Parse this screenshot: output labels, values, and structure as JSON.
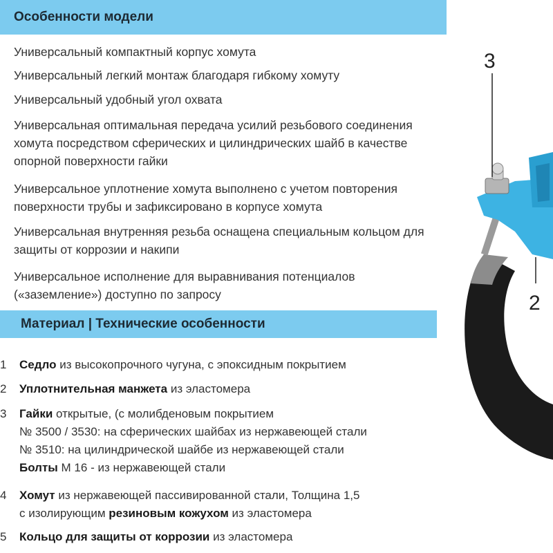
{
  "header1": {
    "title": "Особенности модели"
  },
  "features": [
    {
      "lines": [
        "Универсальный компактный корпус хомута"
      ]
    },
    {
      "lines": [
        "Универсальный легкий монтаж благодаря гибкому хомуту"
      ]
    },
    {
      "lines": [
        "Универсальный удобный угол охвата"
      ]
    },
    {
      "lines": [
        "Универсальная оптимальная передача усилий резьбового соединения",
        "хомута посредством сферических и цилиндрических шайб в качестве",
        "опорной поверхности гайки"
      ]
    },
    {
      "lines": [
        "Универсальное уплотнение хомута выполнено с учетом повторения",
        "поверхности трубы и зафиксировано в корпусе хомута"
      ]
    },
    {
      "lines": [
        "Универсальная внутренняя резьба оснащена специальным кольцом для",
        "защиты от коррозии и накипи"
      ]
    },
    {
      "lines": [
        "Универсальное исполнение для выравнивания потенциалов",
        "(«заземление») доступно по запросу"
      ]
    }
  ],
  "header2": {
    "title": "Материал | Технические особенности"
  },
  "materials": [
    {
      "num": "1",
      "l1b": "Седло",
      "l1": " из высокопрочного чугуна, с эпоксидным покрытием"
    },
    {
      "num": "2",
      "l1b": "Уплотнительная манжета",
      "l1": " из эластомера"
    },
    {
      "num": "3",
      "l1b": "Гайки",
      "l1": " открытые, (с молибденовым покрытием",
      "l2": "№ 3500 / 3530: на сферических шайбах из нержавеющей стали",
      "l3": "№ 3510: на цилиндрической шайбе из нержавеющей стали",
      "l4b": "Болты",
      "l4": " М 16 - из нержавеющей стали"
    },
    {
      "num": "4",
      "l1b": "Хомут",
      "l1": " из нержавеющей пассивированной стали, Толщина 1,5",
      "l2a": "с изолирующим ",
      "l2b": "резиновым кожухом",
      "l2c": " из эластомера"
    },
    {
      "num": "5",
      "l1b": "Кольцо для защиты от коррозии",
      "l1": " из эластомера"
    }
  ],
  "callouts": {
    "c3": "3",
    "c2": "2"
  },
  "colors": {
    "header_bg": "#7ccbef",
    "saddle_blue": "#3db3e3",
    "band": "#1b1b1b"
  }
}
